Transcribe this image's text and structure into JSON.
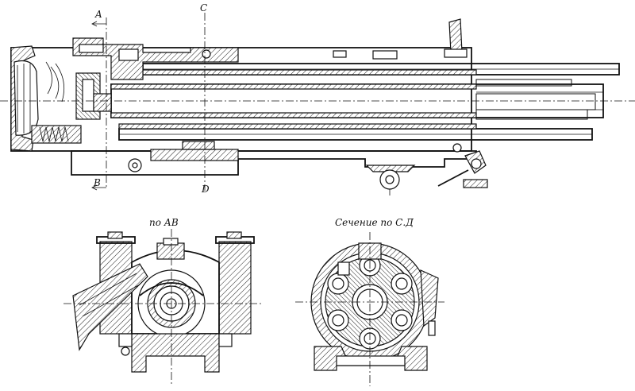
{
  "labels": {
    "section_a": "A",
    "section_b": "B",
    "section_c": "C",
    "section_d": "D",
    "view_ab_title": "по АВ",
    "view_cd_title": "Сечение по С.Д"
  },
  "colors": {
    "ink": "#111111",
    "paper": "#ffffff"
  }
}
